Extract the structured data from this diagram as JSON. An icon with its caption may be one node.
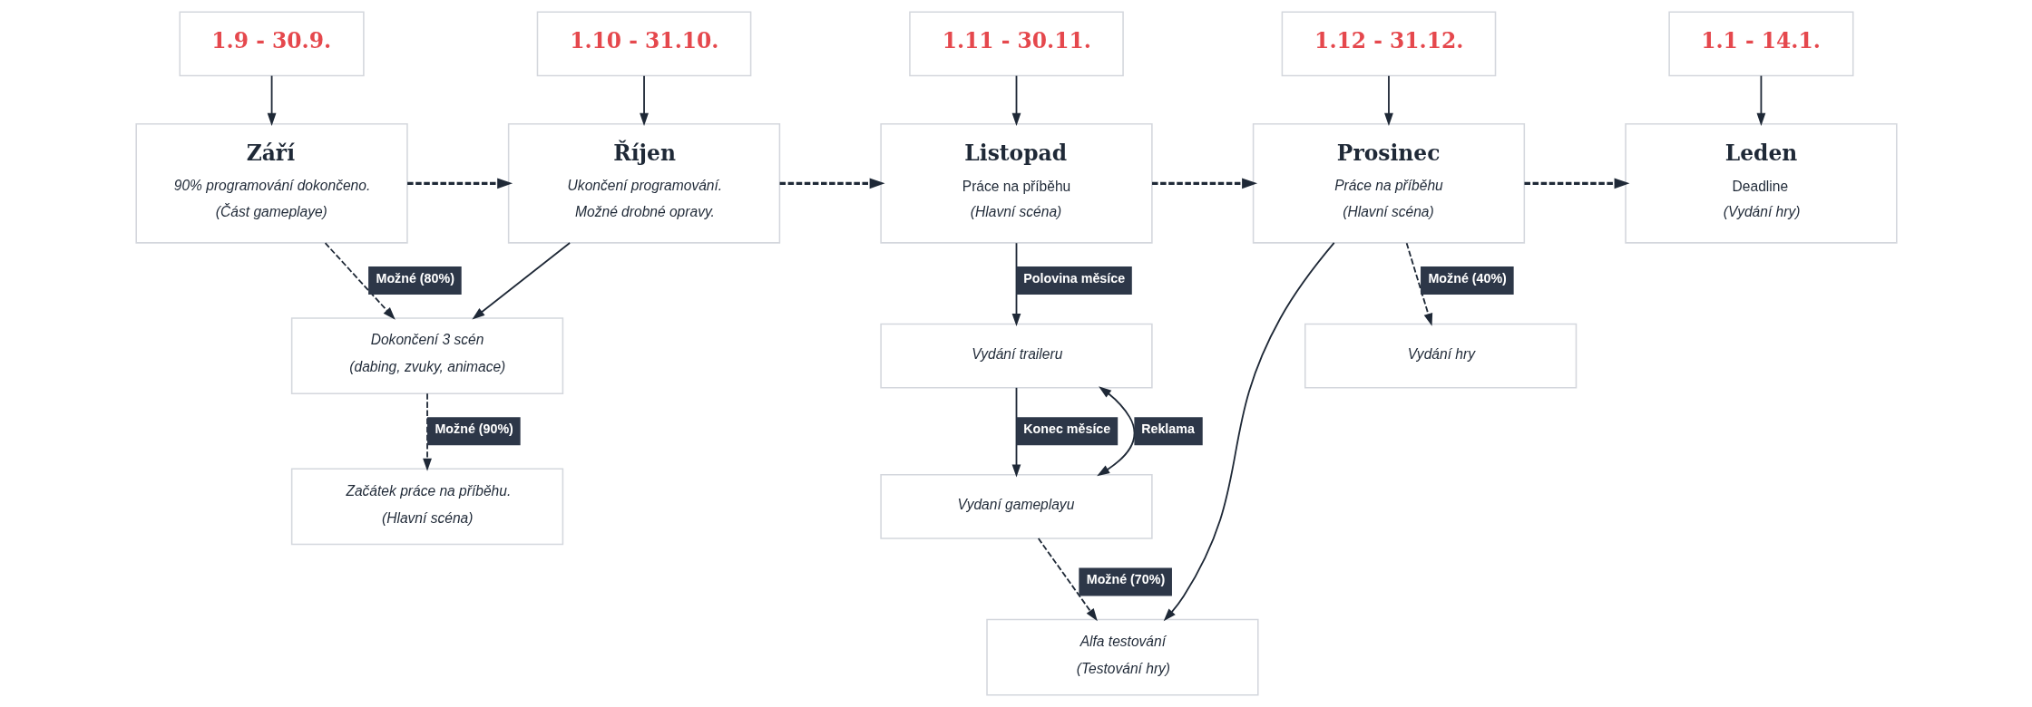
{
  "diagram": {
    "nodes": [
      {
        "text": [
          "1.9 - 30.9."
        ]
      },
      {
        "text": [
          "1.10 - 31.10."
        ]
      },
      {
        "text": [
          "1.11 - 30.11."
        ]
      },
      {
        "text": [
          "1.12 - 31.12."
        ]
      },
      {
        "text": [
          "1.1 - 14.1."
        ]
      },
      {
        "text": [
          "Září",
          "90% programování dokončeno.",
          "(Část gameplaye)"
        ]
      },
      {
        "text": [
          "Říjen",
          "Ukončení programování.",
          "Možné drobné opravy."
        ]
      },
      {
        "text": [
          "Listopad",
          "Práce na příběhu",
          "(Hlavní scéna)"
        ]
      },
      {
        "text": [
          "Prosinec",
          "Práce na příběhu",
          "(Hlavní scéna)"
        ]
      },
      {
        "text": [
          "Leden",
          "Deadline",
          "(Vydání hry)"
        ]
      },
      {
        "text": [
          "Dokončení 3 scén",
          "(dabing, zvuky, animace)"
        ]
      },
      {
        "text": [
          "Začátek práce na příběhu.",
          "(Hlavní scéna)"
        ]
      },
      {
        "text": [
          "Vydání traileru"
        ]
      },
      {
        "text": [
          "Vydaní gameplayu"
        ]
      },
      {
        "text": [
          "Vydání hry"
        ]
      },
      {
        "text": [
          "Alfa testování",
          "(Testování hry)"
        ]
      }
    ],
    "edges": [
      {
        "from": 0,
        "to": 5,
        "arrow": "to"
      },
      {
        "from": 1,
        "to": 6,
        "arrow": "to"
      },
      {
        "from": 2,
        "to": 7,
        "arrow": "to"
      },
      {
        "from": 3,
        "to": 8,
        "arrow": "to"
      },
      {
        "from": 4,
        "to": 9,
        "arrow": "to"
      },
      {
        "from": 5,
        "to": 6,
        "arrow": "to",
        "style": "dashed"
      },
      {
        "from": 6,
        "to": 7,
        "arrow": "to",
        "style": "dashed"
      },
      {
        "from": 7,
        "to": 8,
        "arrow": "to",
        "style": "dashed"
      },
      {
        "from": 8,
        "to": 9,
        "arrow": "to",
        "style": "dashed"
      },
      {
        "from": 5,
        "to": 10,
        "arrow": "to",
        "style": "dashed",
        "label": "Možné (80%)"
      },
      {
        "from": 6,
        "to": 10,
        "arrow": "to"
      },
      {
        "from": 10,
        "to": 11,
        "arrow": "to",
        "style": "dashed",
        "label": "Možné (90%)"
      },
      {
        "from": 7,
        "to": 12,
        "arrow": "to",
        "label": "Polovina měsíce"
      },
      {
        "from": 12,
        "to": 13,
        "arrow": "to",
        "label": "Konec měsíce"
      },
      {
        "from": 13,
        "to": 12,
        "arrow": "both",
        "label": "Reklama"
      },
      {
        "from": 13,
        "to": 15,
        "arrow": "to",
        "style": "dashed",
        "label": "Možné (70%)"
      },
      {
        "from": 8,
        "to": 15,
        "arrow": "to"
      },
      {
        "from": 8,
        "to": 14,
        "arrow": "to",
        "style": "dashed",
        "label": "Možné (40%)"
      }
    ]
  }
}
